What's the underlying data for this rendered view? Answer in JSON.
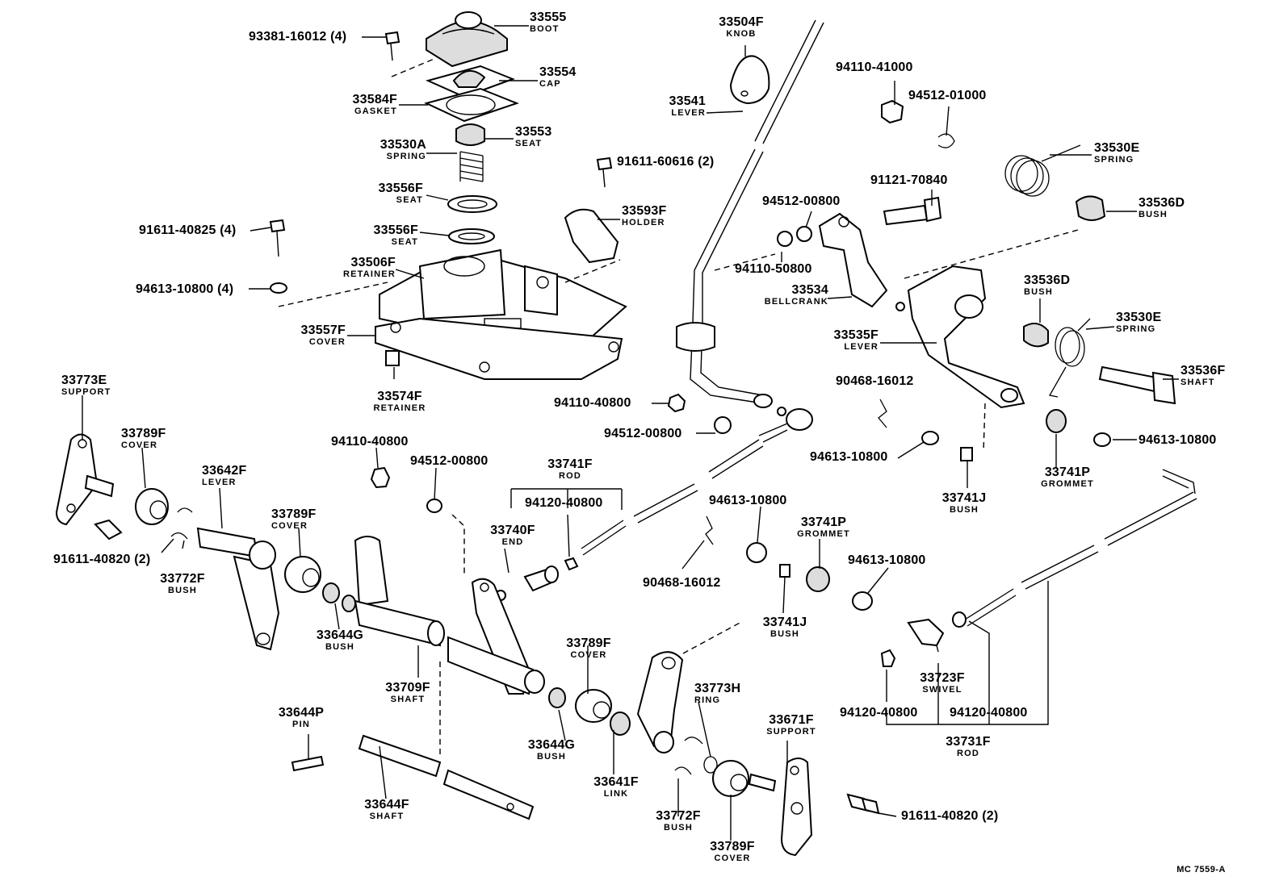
{
  "diagram_code": "MC 7559-A",
  "labels": [
    {
      "id": "l1",
      "num": "33555",
      "name": "BOOT"
    },
    {
      "id": "l2",
      "num": "93381-16012 (4)",
      "name": ""
    },
    {
      "id": "l3",
      "num": "33554",
      "name": "CAP"
    },
    {
      "id": "l4",
      "num": "33584F",
      "name": "GASKET"
    },
    {
      "id": "l5",
      "num": "33553",
      "name": "SEAT"
    },
    {
      "id": "l6",
      "num": "33530A",
      "name": "SPRING"
    },
    {
      "id": "l7",
      "num": "33556F",
      "name": "SEAT"
    },
    {
      "id": "l8",
      "num": "33556F",
      "name": "SEAT"
    },
    {
      "id": "l9",
      "num": "91611-40825 (4)",
      "name": ""
    },
    {
      "id": "l10",
      "num": "33506F",
      "name": "RETAINER"
    },
    {
      "id": "l11",
      "num": "94613-10800 (4)",
      "name": ""
    },
    {
      "id": "l12",
      "num": "33557F",
      "name": "COVER"
    },
    {
      "id": "l13",
      "num": "33574F",
      "name": "RETAINER"
    },
    {
      "id": "l14",
      "num": "91611-60616 (2)",
      "name": ""
    },
    {
      "id": "l15",
      "num": "33593F",
      "name": "HOLDER"
    },
    {
      "id": "l16",
      "num": "33504F",
      "name": "KNOB"
    },
    {
      "id": "l17",
      "num": "33541",
      "name": "LEVER"
    },
    {
      "id": "l18",
      "num": "94110-41000",
      "name": ""
    },
    {
      "id": "l19",
      "num": "94512-01000",
      "name": ""
    },
    {
      "id": "l20",
      "num": "33530E",
      "name": "SPRING"
    },
    {
      "id": "l21",
      "num": "91121-70840",
      "name": ""
    },
    {
      "id": "l22",
      "num": "94512-00800",
      "name": ""
    },
    {
      "id": "l23",
      "num": "33536D",
      "name": "BUSH"
    },
    {
      "id": "l24",
      "num": "94110-50800",
      "name": ""
    },
    {
      "id": "l25",
      "num": "33534",
      "name": "BELLCRANK"
    },
    {
      "id": "l26",
      "num": "33536D",
      "name": "BUSH"
    },
    {
      "id": "l27",
      "num": "33530E",
      "name": "SPRING"
    },
    {
      "id": "l28",
      "num": "33535F",
      "name": "LEVER"
    },
    {
      "id": "l29",
      "num": "33536F",
      "name": "SHAFT"
    },
    {
      "id": "l30",
      "num": "90468-16012",
      "name": ""
    },
    {
      "id": "l31",
      "num": "94110-40800",
      "name": ""
    },
    {
      "id": "l32",
      "num": "94512-00800",
      "name": ""
    },
    {
      "id": "l33",
      "num": "94613-10800",
      "name": ""
    },
    {
      "id": "l34",
      "num": "94613-10800",
      "name": ""
    },
    {
      "id": "l35",
      "num": "33741P",
      "name": "GROMMET"
    },
    {
      "id": "l36",
      "num": "33741J",
      "name": "BUSH"
    },
    {
      "id": "l37",
      "num": "33773E",
      "name": "SUPPORT"
    },
    {
      "id": "l38",
      "num": "33789F",
      "name": "COVER"
    },
    {
      "id": "l39",
      "num": "33642F",
      "name": "LEVER"
    },
    {
      "id": "l40",
      "num": "94110-40800",
      "name": ""
    },
    {
      "id": "l41",
      "num": "94512-00800",
      "name": ""
    },
    {
      "id": "l42",
      "num": "33741F",
      "name": "ROD"
    },
    {
      "id": "l43",
      "num": "94120-40800",
      "name": ""
    },
    {
      "id": "l44",
      "num": "33740F",
      "name": "END"
    },
    {
      "id": "l45",
      "num": "94613-10800",
      "name": ""
    },
    {
      "id": "l46",
      "num": "33741P",
      "name": "GROMMET"
    },
    {
      "id": "l47",
      "num": "91611-40820 (2)",
      "name": ""
    },
    {
      "id": "l48",
      "num": "33789F",
      "name": "COVER"
    },
    {
      "id": "l49",
      "num": "33772F",
      "name": "BUSH"
    },
    {
      "id": "l50",
      "num": "90468-16012",
      "name": ""
    },
    {
      "id": "l51",
      "num": "94613-10800",
      "name": ""
    },
    {
      "id": "l52",
      "num": "33644G",
      "name": "BUSH"
    },
    {
      "id": "l53",
      "num": "33741J",
      "name": "BUSH"
    },
    {
      "id": "l54",
      "num": "33709F",
      "name": "SHAFT"
    },
    {
      "id": "l55",
      "num": "33789F",
      "name": "COVER"
    },
    {
      "id": "l56",
      "num": "33723F",
      "name": "SWIVEL"
    },
    {
      "id": "l57",
      "num": "33773H",
      "name": "RING"
    },
    {
      "id": "l58",
      "num": "94120-40800",
      "name": ""
    },
    {
      "id": "l59",
      "num": "94120-40800",
      "name": ""
    },
    {
      "id": "l60",
      "num": "33644P",
      "name": "PIN"
    },
    {
      "id": "l61",
      "num": "33644G",
      "name": "BUSH"
    },
    {
      "id": "l62",
      "num": "33671F",
      "name": "SUPPORT"
    },
    {
      "id": "l63",
      "num": "33731F",
      "name": "ROD"
    },
    {
      "id": "l64",
      "num": "33641F",
      "name": "LINK"
    },
    {
      "id": "l65",
      "num": "33644F",
      "name": "SHAFT"
    },
    {
      "id": "l66",
      "num": "33772F",
      "name": "BUSH"
    },
    {
      "id": "l67",
      "num": "91611-40820 (2)",
      "name": ""
    },
    {
      "id": "l68",
      "num": "33789F",
      "name": "COVER"
    }
  ]
}
